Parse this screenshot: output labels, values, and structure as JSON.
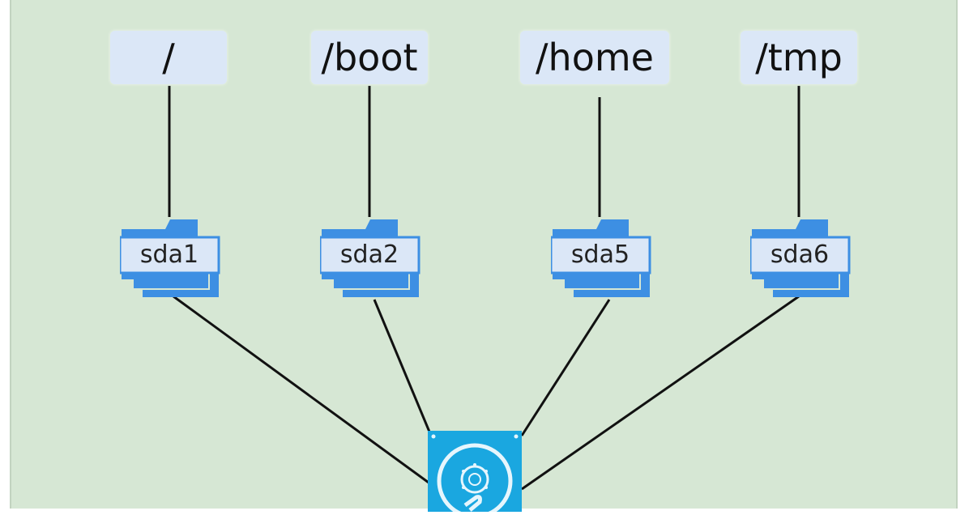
{
  "mount_points": [
    {
      "label": "/"
    },
    {
      "label": "/boot"
    },
    {
      "label": "/home"
    },
    {
      "label": "/tmp"
    }
  ],
  "partitions": [
    {
      "label": "sda1"
    },
    {
      "label": "sda2"
    },
    {
      "label": "sda5"
    },
    {
      "label": "sda6"
    }
  ],
  "colors": {
    "background": "#d6e7d4",
    "mount_box": "#dbe7f7",
    "partition_blue": "#3d8fe3",
    "partition_label_bg": "#dbe7f7",
    "disk": "#1aa7e0",
    "line": "#111111"
  },
  "disk": {
    "icon": "hard-disk-icon"
  }
}
